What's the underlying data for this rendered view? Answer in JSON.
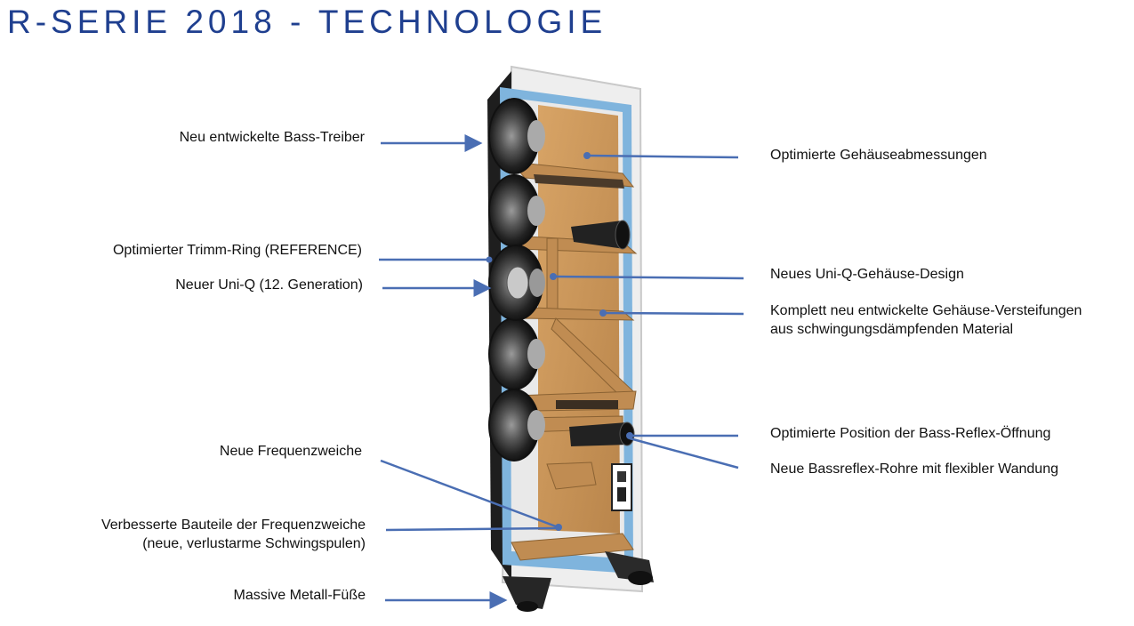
{
  "title": "R-SERIE 2018 - TECHNOLOGIE",
  "colors": {
    "title": "#1f3f8f",
    "callout_line": "#4a6eb3",
    "wood": "#c8955a",
    "panel": "#7fb4dd",
    "cabinet": "#1e1e1e"
  },
  "callouts_left": [
    {
      "text": "Neu entwickelte Bass-Treiber"
    },
    {
      "text": "Optimierter Trimm-Ring (REFERENCE)"
    },
    {
      "text": "Neuer Uni-Q (12. Generation)"
    },
    {
      "text": "Neue Frequenzweiche"
    },
    {
      "line1": "Verbesserte Bauteile der Frequenzweiche",
      "line2": "(neue, verlustarme Schwingspulen)"
    },
    {
      "text": "Massive Metall-Füße"
    }
  ],
  "callouts_right": [
    {
      "text": "Optimierte Gehäuseabmessungen"
    },
    {
      "text": "Neues Uni-Q-Gehäuse-Design"
    },
    {
      "line1": "Komplett neu entwickelte Gehäuse-Versteifungen",
      "line2": "aus schwingungsdämpfenden Material"
    },
    {
      "text": "Optimierte Position der Bass-Reflex-Öffnung"
    },
    {
      "text": "Neue Bassreflex-Rohre mit flexibler Wandung"
    }
  ]
}
